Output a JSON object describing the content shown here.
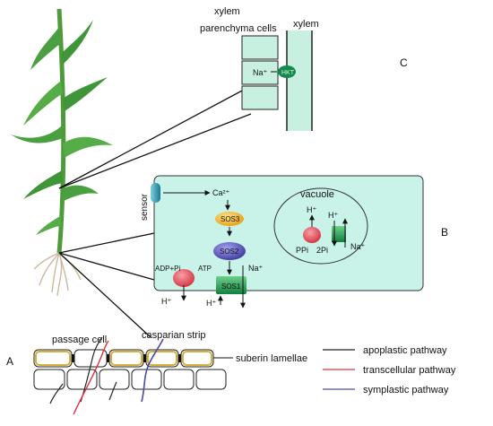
{
  "panel_labels": {
    "a": "A",
    "b": "B",
    "c": "C"
  },
  "panel_c": {
    "title_top": "xylem",
    "parenchyma_label": "parenchyma cells",
    "xylem_label": "xylem",
    "ion": "Na⁺",
    "transporter": "HKT"
  },
  "panel_b": {
    "sensor": "sensor",
    "calcium": "Ca²⁺",
    "sos3": "SOS3",
    "sos2": "SOS2",
    "sos1": "SOS1",
    "vacuole": "vacuole",
    "adp_pi": "ADP+Pi",
    "atp": "ATP",
    "na_out": "Na⁺",
    "h_left": "H⁺",
    "h_mid": "H⁺",
    "h_vac_left": "H⁺",
    "h_vac_right": "H⁺",
    "ppi": "PPi",
    "two_pi": "2Pi",
    "na_vac": "Na⁺"
  },
  "panel_a": {
    "passage_cell": "passage cell",
    "casparian_strip": "casparian strip",
    "suberin": "suberin lamellae"
  },
  "legend": [
    {
      "label": "apoplastic pathway",
      "color": "#222222"
    },
    {
      "label": "transcellular pathway",
      "color": "#e0303a"
    },
    {
      "label": "symplastic pathway",
      "color": "#4a4aa8"
    }
  ],
  "colors": {
    "cell_fill": "#c8f0e0",
    "panel_b_fill": "#c9f2e8",
    "hkt": "#138a4a",
    "sos3": "#f2b324",
    "sos2": "#4d4ab0",
    "sos1": "#1a9a4a",
    "pump": "#e04a55",
    "sensor": "#2a8fa8",
    "suberin": "#d4b040",
    "plant": "#3a9a3a"
  }
}
